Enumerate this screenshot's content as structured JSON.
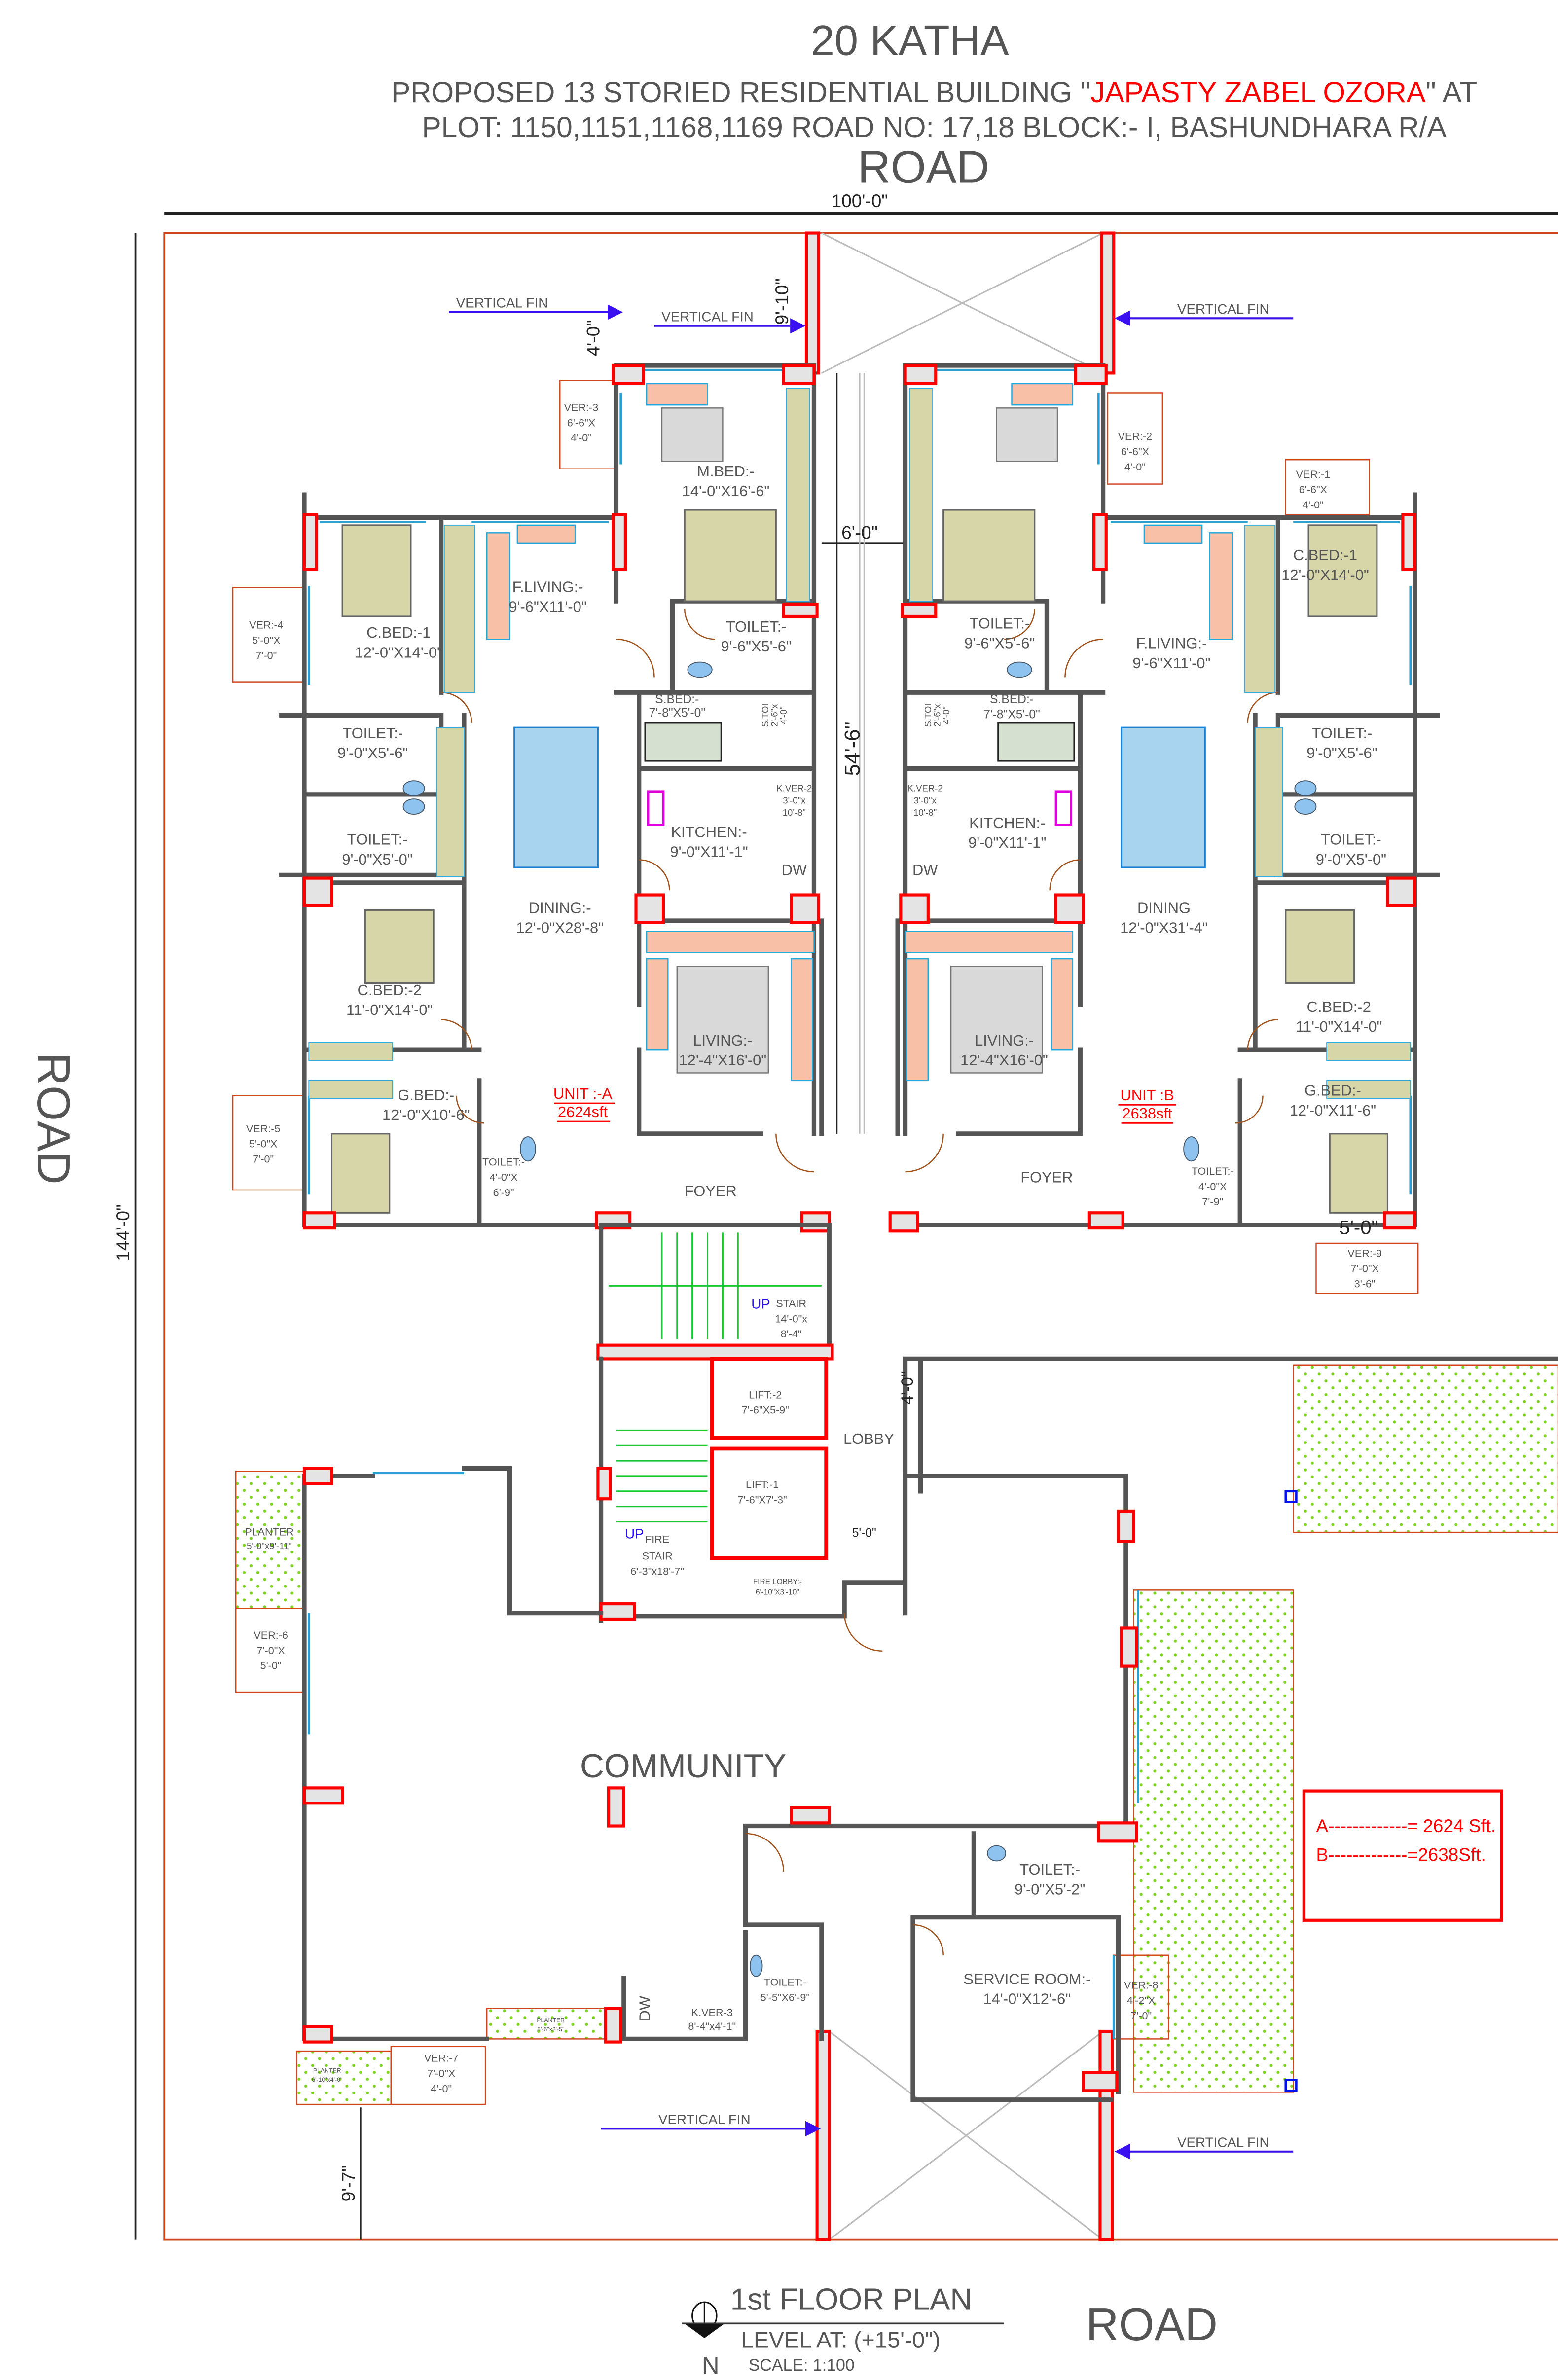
{
  "header": {
    "title": "20 KATHA",
    "line1_prefix": "PROPOSED 13 STORIED RESIDENTIAL BUILDING \"",
    "project_name": "JAPASTY ZABEL OZORA",
    "line1_suffix": "\" AT",
    "line2": "PLOT: 1150,1151,1168,1169 ROAD NO: 17,18 BLOCK:- I, BASHUNDHARA R/A"
  },
  "roads": {
    "top": "ROAD",
    "left": "ROAD",
    "bottom": "ROAD"
  },
  "dims": {
    "plot_width": "100'-0\"",
    "plot_depth": "144'-0\"",
    "fin_left": "4'-0\"",
    "fin_mid": "9'-10\"",
    "gap": "6'-0\"",
    "shaft": "54'-6\"",
    "lobby_width": "4'-0\"",
    "lobby_gap": "5'-0\"",
    "unit_b_corner": "5'-0\"",
    "bottom_setback": "9'-7\""
  },
  "fins": {
    "label": "VERTICAL FIN"
  },
  "unit_a": {
    "ver3": [
      "VER:-3",
      "6'-6\"X",
      "4'-0\""
    ],
    "mbed": [
      "M.BED:-",
      "14'-0\"X16'-6\""
    ],
    "fliving": [
      "F.LIVING:-",
      "9'-6\"X11'-0\""
    ],
    "cbed1": [
      "C.BED:-1",
      "12'-0\"X14'-0\""
    ],
    "ver4": [
      "VER:-4",
      "5'-0\"X",
      "7'-0\""
    ],
    "toilet_m": [
      "TOILET:-",
      "9'-6\"X5'-6\""
    ],
    "sbed": [
      "S.BED:-",
      "7'-8\"X5'-0\""
    ],
    "stoi": [
      "S.TOI",
      "2'-6\"x",
      "4'-0\""
    ],
    "toilet1": [
      "TOILET:-",
      "9'-0\"X5'-6\""
    ],
    "toilet2": [
      "TOILET:-",
      "9'-0\"X5'-0\""
    ],
    "kver": [
      "K.VER-2",
      "3'-0\"x",
      "10'-8\""
    ],
    "kitchen": [
      "KITCHEN:-",
      "9'-0\"X11'-1\""
    ],
    "dw": "DW",
    "dining": [
      "DINING:-",
      "12'-0\"X28'-8\""
    ],
    "cbed2": [
      "C.BED:-2",
      "11'-0\"X14'-0\""
    ],
    "living": [
      "LIVING:-",
      "12'-4\"X16'-0\""
    ],
    "unit": [
      "UNIT :-A",
      "2624sft"
    ],
    "gbed": [
      "G.BED:-",
      "12'-0\"X10'-6\""
    ],
    "ver5": [
      "VER:-5",
      "5'-0\"X",
      "7'-0\""
    ],
    "toilet_g": [
      "TOILET:-",
      "4'-0\"X",
      "6'-9\""
    ],
    "foyer": "FOYER"
  },
  "unit_b": {
    "ver2": [
      "VER:-2",
      "6'-6\"X",
      "4'-0\""
    ],
    "ver1": [
      "VER:-1",
      "6'-6\"X",
      "4'-0\""
    ],
    "cbed1": [
      "C.BED:-1",
      "12'-0\"X14'-0\""
    ],
    "toilet_m": [
      "TOILET:-",
      "9'-6\"X5'-6\""
    ],
    "fliving": [
      "F.LIVING:-",
      "9'-6\"X11'-0\""
    ],
    "stoi": [
      "S.TOI",
      "2'-6\"x",
      "4'-0\""
    ],
    "sbed": [
      "S.BED:-",
      "7'-8\"X5'-0\""
    ],
    "toilet1": [
      "TOILET:-",
      "9'-0\"X5'-6\""
    ],
    "kver": [
      "K.VER-2",
      "3'-0\"x",
      "10'-8\""
    ],
    "kitchen": [
      "KITCHEN:-",
      "9'-0\"X11'-1\""
    ],
    "toilet2": [
      "TOILET:-",
      "9'-0\"X5'-0\""
    ],
    "dw": "DW",
    "dining": [
      "DINING",
      "12'-0\"X31'-4\""
    ],
    "cbed2": [
      "C.BED:-2",
      "11'-0\"X14'-0\""
    ],
    "living": [
      "LIVING:-",
      "12'-4\"X16'-0\""
    ],
    "unit": [
      "UNIT :B",
      "2638sft"
    ],
    "gbed": [
      "G.BED:-",
      "12'-0\"X11'-6\""
    ],
    "foyer": "FOYER",
    "toilet_g": [
      "TOILET:-",
      "4'-0\"X",
      "7'-9\""
    ],
    "ver9": [
      "VER:-9",
      "7'-0\"X",
      "3'-6\""
    ]
  },
  "core": {
    "stair": [
      "UP",
      "STAIR",
      "14'-0\"x",
      "8'-4\""
    ],
    "lift2": [
      "LIFT:-2",
      "7'-6\"X5-9\""
    ],
    "lift1": [
      "LIFT:-1",
      "7'-6\"X7'-3\""
    ],
    "lobby": "LOBBY",
    "fire_stair": [
      "UP",
      "FIRE",
      "STAIR",
      "6'-3\"x18'-7\""
    ],
    "fire_lobby": [
      "FIRE LOBBY:-",
      "6'-10\"X3'-10\""
    ]
  },
  "community": {
    "planter1": [
      "PLANTER",
      "5'-0\"x9'-11\""
    ],
    "ver6": [
      "VER:-6",
      "7'-0\"X",
      "5'-0\""
    ],
    "title": "COMMUNITY",
    "toilet_a": [
      "TOILET:-",
      "9'-0\"X5'-2\""
    ],
    "service": [
      "SERVICE ROOM:-",
      "14'-0\"X12'-6\""
    ],
    "ver8": [
      "VER:-8",
      "4'-2\"X",
      "7'-0\""
    ],
    "toilet_b": [
      "TOILET:-",
      "5'-5\"X6'-9\""
    ],
    "kver3": [
      "K.VER-3",
      "8'-4\"x4'-1\""
    ],
    "dw": "DW",
    "planter2": [
      "PLANTER",
      "8'-6\"x2'-5\""
    ],
    "planter3": [
      "PLANTER",
      "6'-10\"x4'-0\""
    ],
    "ver7": [
      "VER:-7",
      "7'-0\"X",
      "4'-0\""
    ]
  },
  "area_table": {
    "row_a": "A-------------= 2624 Sft.",
    "row_b": "B-------------=2638Sft."
  },
  "footer": {
    "title": "1st  FLOOR PLAN",
    "level": "LEVEL AT: (+15'-0\")",
    "scale": "SCALE: 1:100",
    "north": "N"
  },
  "colors": {
    "wall": "#555555",
    "column": "#ff0000",
    "project_name": "#ff0000",
    "planter": "#7ed321",
    "fin_arrow": "#3a10f0"
  }
}
